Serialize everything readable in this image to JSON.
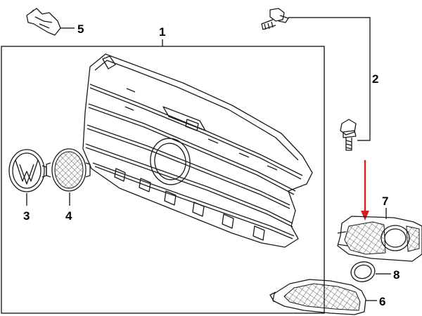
{
  "diagram": {
    "callouts": [
      {
        "id": "1",
        "label": "1"
      },
      {
        "id": "2",
        "label": "2"
      },
      {
        "id": "3",
        "label": "3"
      },
      {
        "id": "4",
        "label": "4"
      },
      {
        "id": "5",
        "label": "5"
      },
      {
        "id": "6",
        "label": "6"
      },
      {
        "id": "7",
        "label": "7"
      },
      {
        "id": "8",
        "label": "8"
      }
    ],
    "colors": {
      "line": "#000000",
      "highlight_arrow": "#d62020",
      "background": "#ffffff"
    },
    "parts": [
      {
        "callout": "1",
        "icon": "grille-assembly"
      },
      {
        "callout": "2",
        "icon": "bolt"
      },
      {
        "callout": "3",
        "icon": "vw-emblem"
      },
      {
        "callout": "4",
        "icon": "emblem-mesh-insert"
      },
      {
        "callout": "5",
        "icon": "mounting-bracket"
      },
      {
        "callout": "6",
        "icon": "fog-lamp-grille-lower"
      },
      {
        "callout": "7",
        "icon": "fog-lamp-grille"
      },
      {
        "callout": "8",
        "icon": "trim-ring"
      }
    ]
  }
}
